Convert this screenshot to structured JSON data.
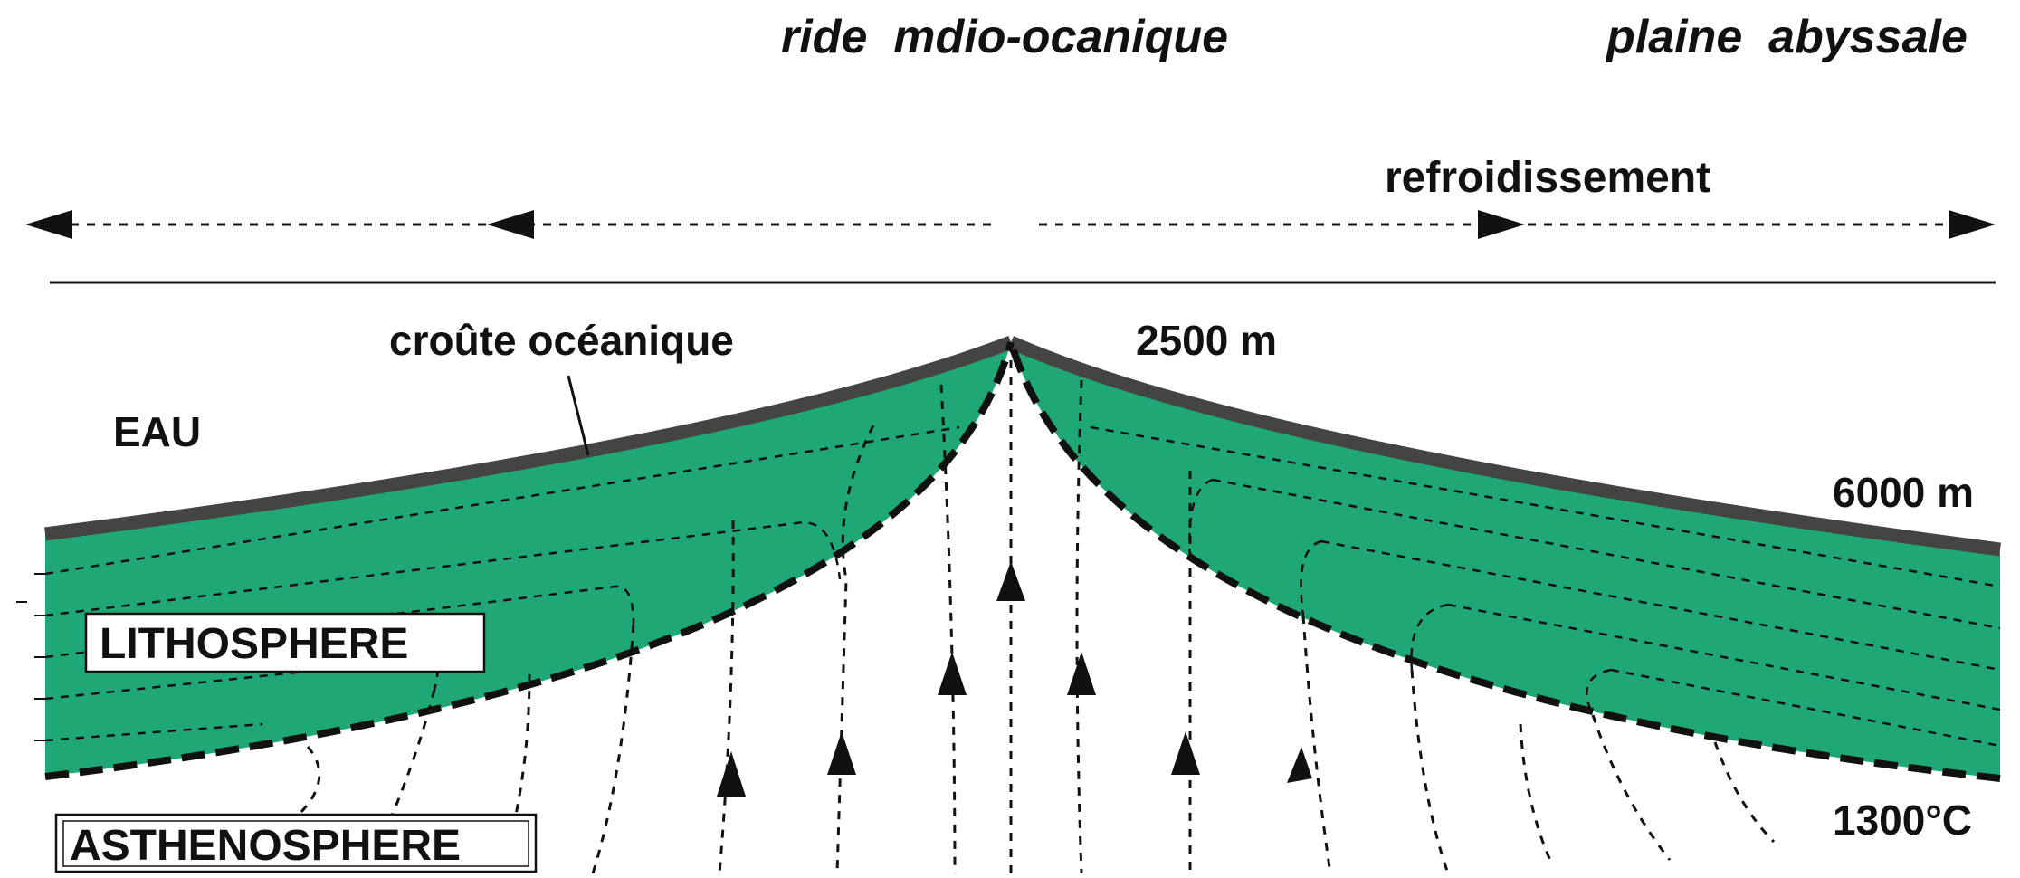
{
  "labels": {
    "ridge_title": "ride  mdio-ocanique",
    "plain_title": "plaine  abyssale",
    "cooling": "refroidissement",
    "crust": "croûte océanique",
    "depth_ridge": "2500 m",
    "water": "EAU",
    "depth_plain": "6000 m",
    "lithosphere": "LITHOSPHERE",
    "asthenosphere": "ASTHENOSPHERE",
    "temperature": "1300°C"
  },
  "colors": {
    "lithosphere_fill": "#1FA875",
    "crust": "#444444",
    "ink": "#111111"
  }
}
